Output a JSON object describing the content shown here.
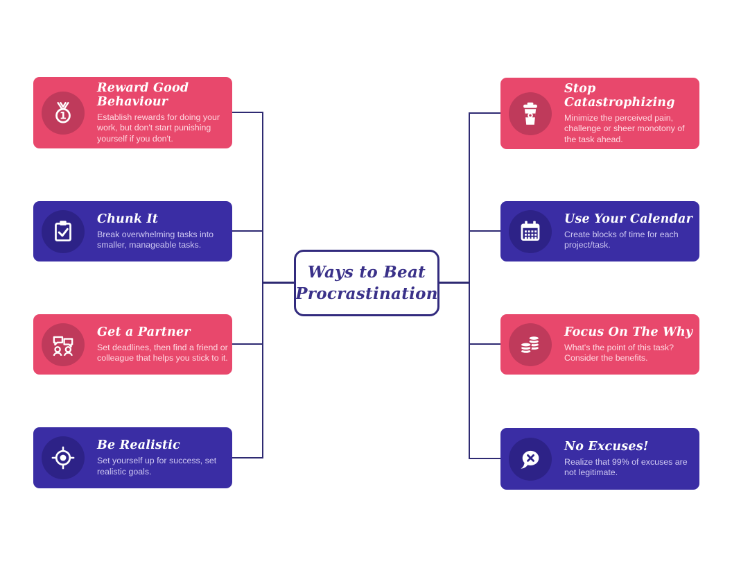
{
  "center": {
    "title_line1": "Ways to Beat",
    "title_line2": "Procrastination"
  },
  "cards": {
    "left": [
      {
        "title": "Reward Good Behaviour",
        "body": "Establish rewards for doing your work, but don't start punishing yourself if you don't.",
        "variant": "pink",
        "icon": "medal-icon"
      },
      {
        "title": "Chunk It",
        "body": "Break overwhelming tasks into smaller, manageable tasks.",
        "variant": "purple",
        "icon": "clipboard-check-icon"
      },
      {
        "title": "Get a Partner",
        "body": "Set deadlines, then find a friend or colleague that helps you stick to it.",
        "variant": "pink",
        "icon": "partners-chat-icon"
      },
      {
        "title": "Be Realistic",
        "body": "Set yourself up for success, set realistic goals.",
        "variant": "purple",
        "icon": "target-icon"
      }
    ],
    "right": [
      {
        "title": "Stop Catastrophizing",
        "body": "Minimize the perceived pain, challenge or sheer monotony of the task ahead.",
        "variant": "pink",
        "icon": "coffee-cup-icon"
      },
      {
        "title": "Use Your Calendar",
        "body": "Create blocks of time for each project/task.",
        "variant": "purple",
        "icon": "calendar-icon"
      },
      {
        "title": "Focus On The Why",
        "body": "What's the point of this task? Consider the benefits.",
        "variant": "pink",
        "icon": "coins-icon"
      },
      {
        "title": "No Excuses!",
        "body": "Realize that 99% of excuses are not legitimate.",
        "variant": "purple",
        "icon": "speech-bubble-x-icon"
      }
    ]
  },
  "colors": {
    "pink_card": "#e8486c",
    "pink_circle": "#bf3a5b",
    "purple_card": "#3a2da4",
    "purple_circle": "#2d2287",
    "connector": "#2e2a72",
    "node_border": "#322b7e",
    "node_text": "#3a3189",
    "background": "#ffffff"
  }
}
